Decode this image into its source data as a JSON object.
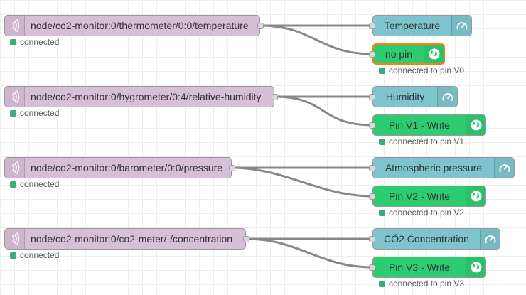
{
  "colors": {
    "mqtt_node": "#d8bfd8",
    "gauge_node": "#7ec4cf",
    "blynk_node": "#2ecc71",
    "selected_border": "#ff7f0e",
    "status_connected": "#3caa7a",
    "wire": "#888888"
  },
  "mqtt_nodes": [
    {
      "label": "node/co2-monitor:0/thermometer/0:0/temperature",
      "status": "connected",
      "icon": "radio-waves-icon"
    },
    {
      "label": "node/co2-monitor:0/hygrometer/0:4/relative-humidity",
      "status": "connected",
      "icon": "radio-waves-icon"
    },
    {
      "label": "node/co2-monitor:0/barometer/0:0/pressure",
      "status": "connected",
      "icon": "radio-waves-icon"
    },
    {
      "label": "node/co2-monitor:0/co2-meter/-/concentration",
      "status": "connected",
      "icon": "radio-waves-icon"
    }
  ],
  "gauge_nodes": [
    {
      "label": "Temperature",
      "icon": "gauge-icon"
    },
    {
      "label": "Humidity",
      "icon": "gauge-icon"
    },
    {
      "label": "Atmospheric pressure",
      "icon": "gauge-icon"
    },
    {
      "label": "CÖ2 Concentration",
      "icon": "gauge-icon"
    }
  ],
  "blynk_nodes": [
    {
      "label": "no pin",
      "status": "connected to pin V0",
      "icon": "globe-icon"
    },
    {
      "label": "Pin V1 - Write",
      "status": "connected to pin V1",
      "icon": "globe-icon"
    },
    {
      "label": "Pin V2 - Write",
      "status": "connected to pin V2",
      "icon": "globe-icon"
    },
    {
      "label": "Pin V3 - Write",
      "status": "connected to pin V3",
      "icon": "globe-icon"
    }
  ]
}
